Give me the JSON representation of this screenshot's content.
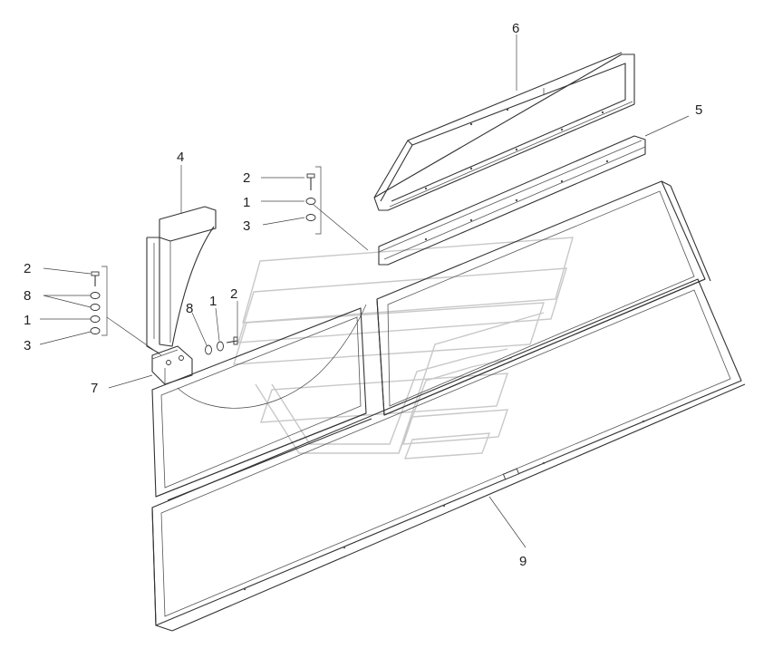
{
  "callouts": [
    {
      "id": "c6",
      "text": "6"
    },
    {
      "id": "c5",
      "text": "5"
    },
    {
      "id": "c4",
      "text": "4"
    },
    {
      "id": "c2a",
      "text": "2"
    },
    {
      "id": "c1a",
      "text": "1"
    },
    {
      "id": "c3a",
      "text": "3"
    },
    {
      "id": "c2b",
      "text": "2"
    },
    {
      "id": "c8a",
      "text": "8"
    },
    {
      "id": "c1b",
      "text": "1"
    },
    {
      "id": "c3b",
      "text": "3"
    },
    {
      "id": "c8b",
      "text": "8"
    },
    {
      "id": "c1c",
      "text": "1"
    },
    {
      "id": "c2c",
      "text": "2"
    },
    {
      "id": "c7",
      "text": "7"
    },
    {
      "id": "c9",
      "text": "9"
    }
  ],
  "colors": {
    "line": "#333333",
    "watermark": "#c8c8c8",
    "background": "#ffffff"
  }
}
